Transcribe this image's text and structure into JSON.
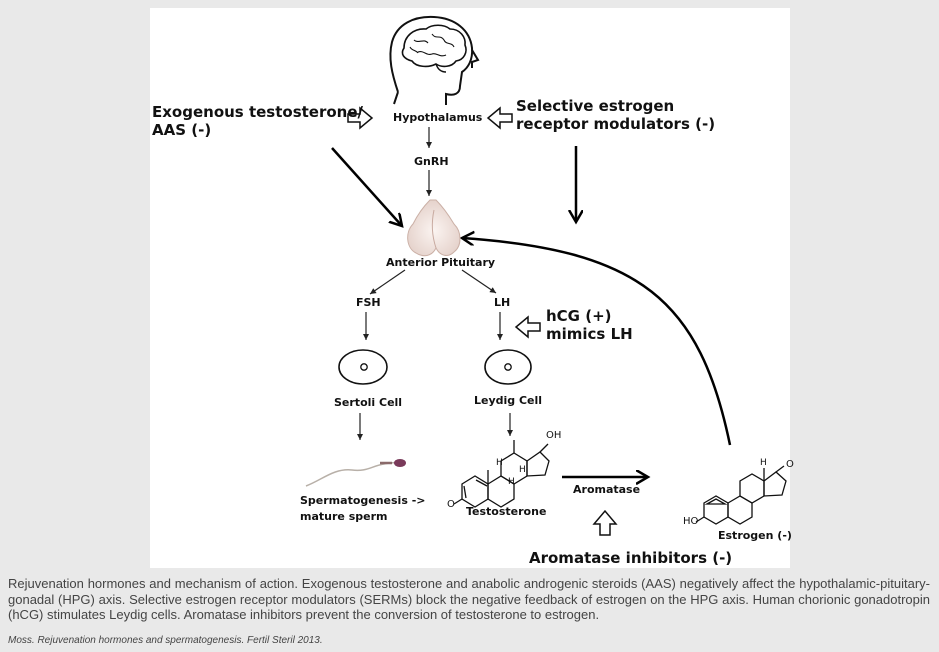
{
  "diagram": {
    "hypothalamus": "Hypothalamus",
    "gnrh": "GnRH",
    "anterior_pituitary": "Anterior Pituitary",
    "fsh": "FSH",
    "lh": "LH",
    "sertoli_cell": "Sertoli Cell",
    "leydig_cell": "Leydig Cell",
    "spermatogenesis_line1": "Spermatogenesis ->",
    "spermatogenesis_line2": "mature sperm",
    "testosterone": "Testosterone",
    "aromatase": "Aromatase",
    "estrogen": "Estrogen (-)",
    "exogenous_line1": "Exogenous testosterone/",
    "exogenous_line2": "AAS (-)",
    "serm_line1": "Selective estrogen",
    "serm_line2": "receptor modulators (-)",
    "hcg_line1": "hCG (+)",
    "hcg_line2": "mimics LH",
    "aromatase_inhibitors": "Aromatase inhibitors (-)",
    "chem_o_testosterone": "O",
    "chem_oh_testosterone": "OH",
    "chem_ho_estrogen": "HO",
    "chem_o_estrogen": "O",
    "chem_h_1": "H",
    "chem_h_2": "H",
    "chem_h_3": "H",
    "chem_h_estrogen": "H"
  },
  "caption": "Rejuvenation hormones and mechanism of action. Exogenous testosterone and anabolic androgenic steroids (AAS) negatively affect the hypothalamic-pituitary-gonadal (HPG) axis. Selective estrogen receptor modulators (SERMs) block the negative feedback of estrogen on the HPG axis. Human chorionic gonadotropin (hCG) stimulates Leydig cells. Aromatase inhibitors prevent the conversion of testosterone to estrogen.",
  "citation": "Moss. Rejuvenation hormones and spermatogenesis. Fertil Steril 2013."
}
